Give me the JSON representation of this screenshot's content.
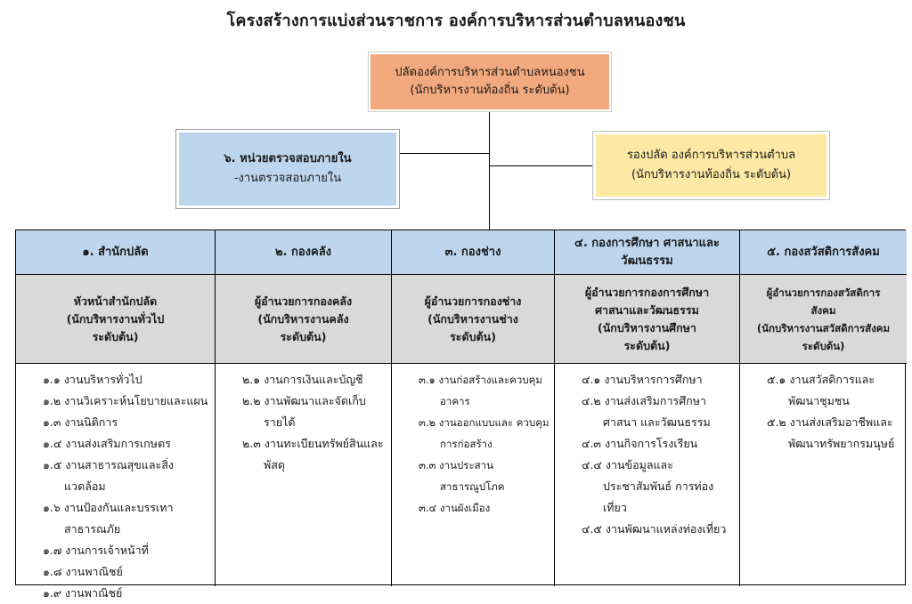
{
  "title": "โครงสร้างการแบ่งส่วนราชการ องค์การบริหารส่วนตำบลหนองชน",
  "top_box": {
    "line1": "ปลัดองค์การบริหารส่วนตำบลหนองชน",
    "line2": "(นักบริหารงานท้องถิ่น ระดับต้น)"
  },
  "audit_box": {
    "heading": "๖. หน่วยตรวจสอบภายใน",
    "item": "-งานตรวจสอบภายใน"
  },
  "deputy_box": {
    "line1": "รองปลัด องค์การบริหารส่วนตำบล",
    "line2": "(นักบริหารงานท้องถิ่น ระดับต้น)"
  },
  "departments": [
    {
      "name": "๑. สำนักปลัด",
      "head": [
        "หัวหน้าสำนักปลัด",
        "(นักบริหารงานทั่วไป",
        "ระดับต้น)"
      ],
      "items": [
        "๑.๑ งานบริหารทั่วไป",
        "๑.๒ งานวิเคราะห์นโยบายและแผน",
        "๑.๓ งานนิติการ",
        "๑.๔ งานส่งเสริมการเกษตร",
        "๑.๕ งานสาธารณสุขและสิ่งแวดล้อม",
        "๑.๖ งานป้องกันและบรรเทา สาธารณภัย",
        "๑.๗ งานการเจ้าหน้าที่",
        "๑.๘ งานพาณิชย์",
        "๑.๙ งานพาณิชย์"
      ]
    },
    {
      "name": "๒. กองคลัง",
      "head": [
        "ผู้อำนวยการกองคลัง",
        "(นักบริหารงานคลัง",
        "ระดับต้น)"
      ],
      "items": [
        "๒.๑ งานการเงินและบัญชี",
        "๒.๒ งานพัฒนาและจัดเก็บ รายได้",
        "๒.๓ งานทะเบียนทรัพย์สินและ พัสดุ"
      ]
    },
    {
      "name": "๓. กองช่าง",
      "head": [
        "ผู้อำนวยการกองช่าง",
        "(นักบริหารงานช่าง",
        "ระดับต้น)"
      ],
      "items": [
        "๓.๑ งานก่อสร้างและควบคุม อาคาร",
        "๓.๒ งานออกแบบและ ควบคุมการก่อสร้าง",
        "๓.๓ งานประสาน สาธารณูปโภค",
        "๓.๔ งานผังเมือง"
      ]
    },
    {
      "name": "๔. กองการศึกษา ศาสนาและ วัฒนธรรม",
      "head": [
        "ผู้อำนวยการกองการศึกษา",
        "ศาสนาและวัฒนธรรม",
        "(นักบริหารงานศึกษา",
        "ระดับต้น)"
      ],
      "items": [
        "๔.๑ งานบริหารการศึกษา",
        "๔.๒ งานส่งเสริมการศึกษาศาสนา และวัฒนธรรม",
        "๔.๓ งานกิจการโรงเรียน",
        "๔.๔ งานข้อมูลและประชาสัมพันธ์ การท่องเที่ยว",
        "๔.๕ งานพัฒนาแหล่งท่องเที่ยว"
      ]
    },
    {
      "name": "๕. กองสวัสดิการสังคม",
      "head": [
        "ผู้อำนวยการกองสวัสดิการ",
        "สังคม",
        "(นักบริหารงานสวัสดิการสังคม",
        "ระดับต้น)"
      ],
      "items": [
        "๕.๑ งานสวัสดิการและ พัฒนาชุมชน",
        "๕.๒ งานส่งเสริมอาชีพและ พัฒนาทรัพยากรมนุษย์"
      ]
    }
  ]
}
